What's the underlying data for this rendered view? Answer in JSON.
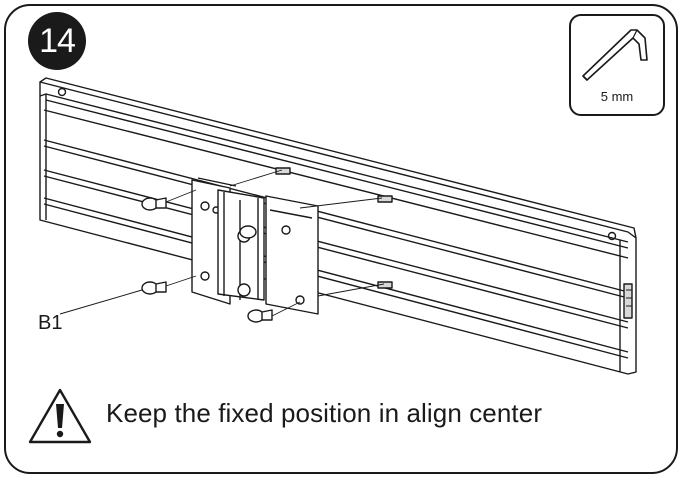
{
  "step": {
    "number": "14"
  },
  "tool": {
    "name": "hex-key-icon",
    "size_label": "5 mm"
  },
  "parts": {
    "screw_label": "B1"
  },
  "note": {
    "icon": "warning-icon",
    "text": "Keep the fixed position in align center"
  },
  "colors": {
    "ink": "#1a1a1a",
    "paper": "#ffffff",
    "shade": "#d9d9d9"
  }
}
